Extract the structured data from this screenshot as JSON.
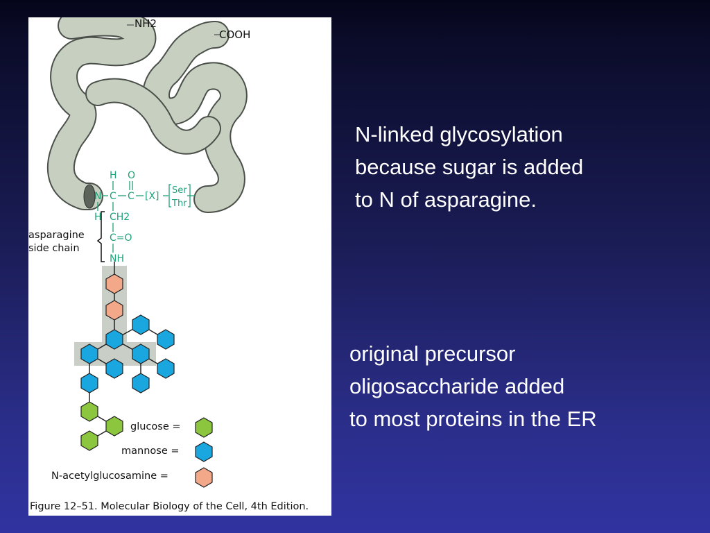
{
  "slide": {
    "text_block_1": [
      "N-linked glycosylation",
      "because sugar is added",
      "to N of asparagine."
    ],
    "text_block_2": [
      "original precursor",
      "oligosaccharide added",
      "to most proteins in the ER"
    ]
  },
  "figure": {
    "caption": "Figure 12–51. Molecular Biology of the Cell, 4th Edition.",
    "labels": {
      "nh2": "NH2",
      "cooh": "COOH",
      "side_chain_line1": "asparagine",
      "side_chain_line2": "side chain",
      "h": "H",
      "o": "O",
      "n": "N",
      "c": "C",
      "x": "[X]",
      "ser": "Ser",
      "thr": "Thr",
      "ch2": "CH2",
      "co": "C=O",
      "nh": "NH"
    },
    "legend": [
      {
        "label": "glucose =",
        "color": "#8cc63f"
      },
      {
        "label": "mannose =",
        "color": "#1aa7e0"
      },
      {
        "label": "N-acetylglucosamine =",
        "color": "#f4a88a"
      }
    ],
    "colors": {
      "chain": "#c6cfc0",
      "chem": "#1ea27a",
      "glucose": "#8cc63f",
      "mannose": "#1aa7e0",
      "nag": "#f4a88a"
    }
  }
}
